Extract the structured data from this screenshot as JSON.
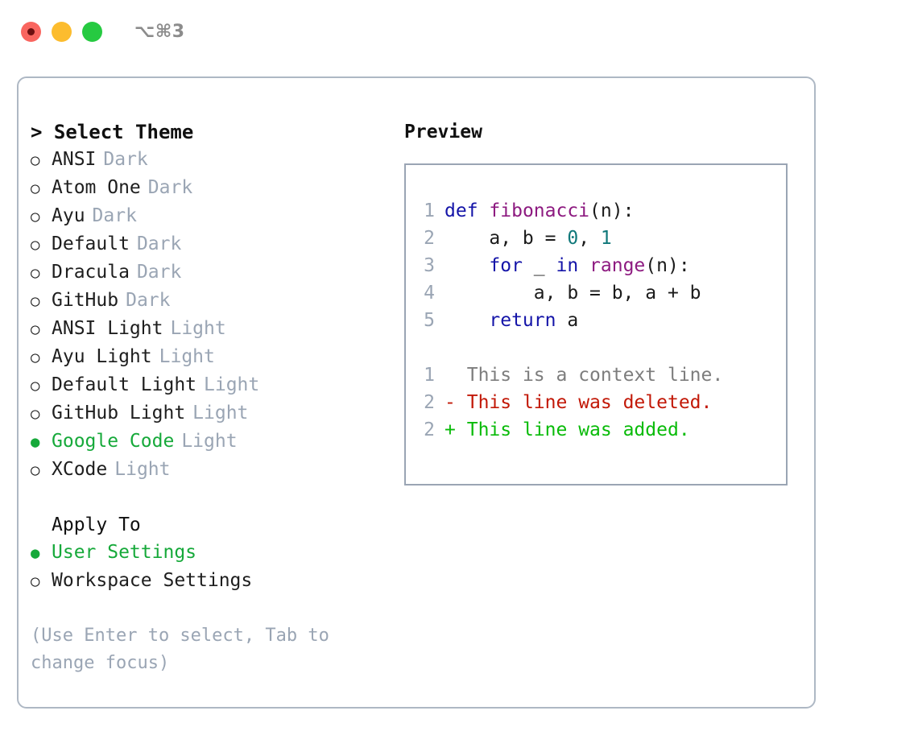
{
  "window": {
    "shortcut_label": "⌥⌘3",
    "traffic_lights": [
      {
        "name": "close-button",
        "color": "#f9655f"
      },
      {
        "name": "minimize-button",
        "color": "#fcbc2e"
      },
      {
        "name": "maximize-button",
        "color": "#26ca41"
      }
    ]
  },
  "theme_picker": {
    "header": "> Select Theme",
    "selected_marker": "●",
    "unselected_marker": "○",
    "accent_color": "#16a93a",
    "muted_color": "#9aa5b4",
    "items": [
      {
        "marker": "○",
        "label": "ANSI",
        "variant": "Dark",
        "selected": false
      },
      {
        "marker": "○",
        "label": "Atom One",
        "variant": "Dark",
        "selected": false
      },
      {
        "marker": "○",
        "label": "Ayu",
        "variant": "Dark",
        "selected": false
      },
      {
        "marker": "○",
        "label": "Default",
        "variant": "Dark",
        "selected": false
      },
      {
        "marker": "○",
        "label": "Dracula",
        "variant": "Dark",
        "selected": false
      },
      {
        "marker": "○",
        "label": "GitHub",
        "variant": "Dark",
        "selected": false
      },
      {
        "marker": "○",
        "label": "ANSI Light",
        "variant": "Light",
        "selected": false
      },
      {
        "marker": "○",
        "label": "Ayu Light",
        "variant": "Light",
        "selected": false
      },
      {
        "marker": "○",
        "label": "Default Light",
        "variant": "Light",
        "selected": false
      },
      {
        "marker": "○",
        "label": "GitHub Light",
        "variant": "Light",
        "selected": false
      },
      {
        "marker": "●",
        "label": "Google Code",
        "variant": "Light",
        "selected": true
      },
      {
        "marker": "○",
        "label": "XCode",
        "variant": "Light",
        "selected": false
      }
    ]
  },
  "apply_to": {
    "header": "Apply To",
    "items": [
      {
        "marker": "●",
        "label": "User Settings",
        "selected": true
      },
      {
        "marker": "○",
        "label": "Workspace Settings",
        "selected": false
      }
    ]
  },
  "hint": "(Use Enter to select, Tab to change focus)",
  "preview": {
    "header": "Preview",
    "code_lines": [
      {
        "lineno": "1",
        "tokens": [
          {
            "t": "def",
            "c": "kw"
          },
          {
            "t": " ",
            "c": "pl"
          },
          {
            "t": "fibonacci",
            "c": "fn"
          },
          {
            "t": "(n):",
            "c": "pl"
          }
        ]
      },
      {
        "lineno": "2",
        "tokens": [
          {
            "t": "    a, b = ",
            "c": "pl"
          },
          {
            "t": "0",
            "c": "num"
          },
          {
            "t": ", ",
            "c": "pl"
          },
          {
            "t": "1",
            "c": "num"
          }
        ]
      },
      {
        "lineno": "3",
        "tokens": [
          {
            "t": "    ",
            "c": "pl"
          },
          {
            "t": "for",
            "c": "kw"
          },
          {
            "t": " _ ",
            "c": "pl"
          },
          {
            "t": "in",
            "c": "kw"
          },
          {
            "t": " ",
            "c": "pl"
          },
          {
            "t": "range",
            "c": "bi"
          },
          {
            "t": "(n):",
            "c": "pl"
          }
        ]
      },
      {
        "lineno": "4",
        "tokens": [
          {
            "t": "        a, b = b, a + b",
            "c": "pl"
          }
        ]
      },
      {
        "lineno": "5",
        "tokens": [
          {
            "t": "    ",
            "c": "pl"
          },
          {
            "t": "return",
            "c": "kw"
          },
          {
            "t": " a",
            "c": "pl"
          }
        ]
      }
    ],
    "diff_lines": [
      {
        "lineno": "1",
        "sign": " ",
        "text": "This is a context line.",
        "kind": "ctx"
      },
      {
        "lineno": "2",
        "sign": "-",
        "text": "This line was deleted.",
        "kind": "del"
      },
      {
        "lineno": "2",
        "sign": "+",
        "text": "This line was added.",
        "kind": "add"
      }
    ]
  }
}
